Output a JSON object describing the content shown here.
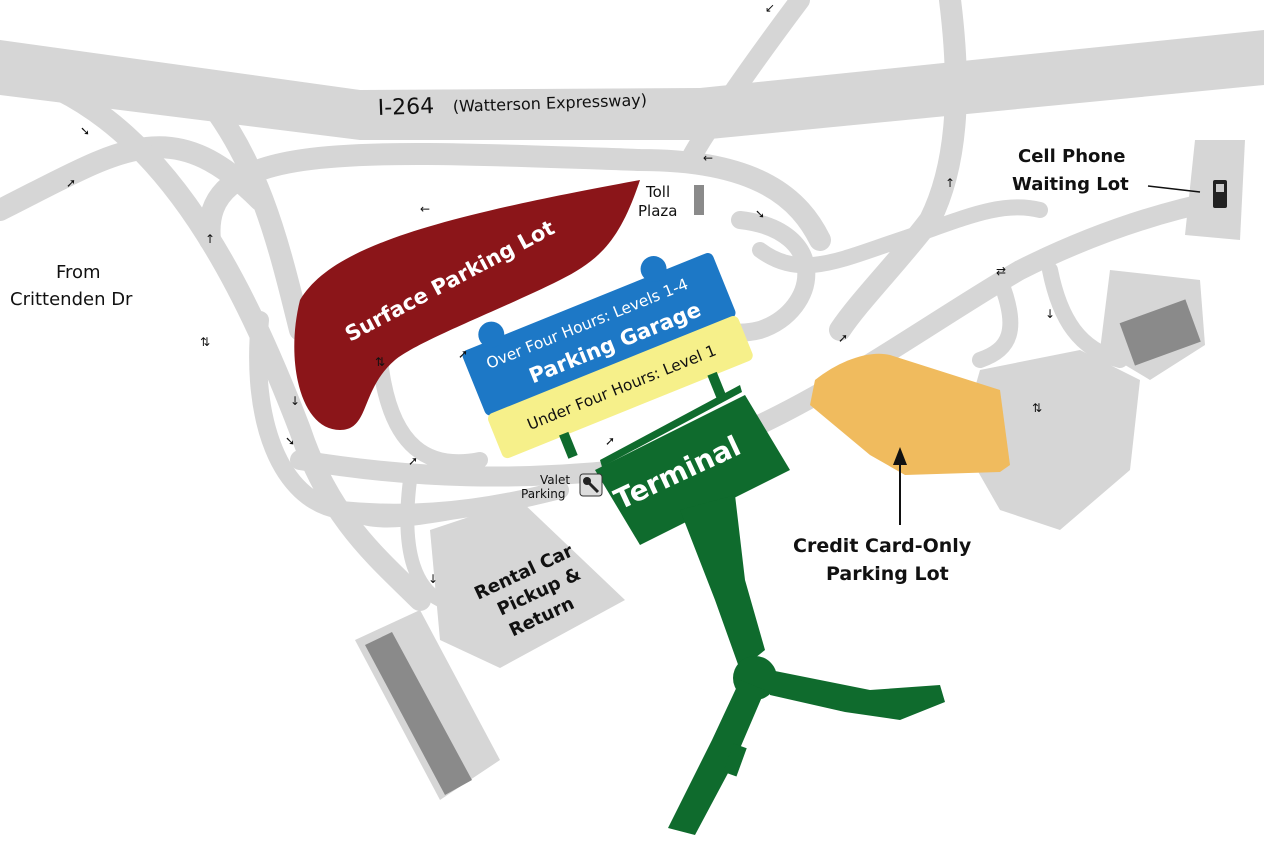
{
  "highway": {
    "name": "I-264",
    "subtitle": "(Watterson Expressway)"
  },
  "labels": {
    "from_road": [
      "From",
      "Crittenden Dr"
    ],
    "cell_phone_lot": [
      "Cell Phone",
      "Waiting Lot"
    ],
    "toll_plaza": [
      "Toll",
      "Plaza"
    ],
    "surface_lot": "Surface Parking Lot",
    "garage_upper": "Over Four Hours: Levels 1-4",
    "garage_name": "Parking Garage",
    "garage_lower": "Under Four Hours: Level 1",
    "valet": [
      "Valet",
      "Parking"
    ],
    "terminal": "Terminal",
    "rental_car": [
      "Rental Car",
      "Pickup &",
      "Return"
    ],
    "credit_card_lot": [
      "Credit Card-Only",
      "Parking Lot"
    ]
  },
  "icons": {
    "cell_phone": "phone-icon",
    "valet": "key-icon"
  },
  "colors": {
    "road": "#d6d6d6",
    "surface_lot": "#8b1519",
    "garage_blue": "#1d78c6",
    "garage_yellow": "#f6f08a",
    "terminal": "#0f6b2d",
    "credit_card_lot": "#f0bb5e",
    "building_gray": "#8a8a8a"
  }
}
